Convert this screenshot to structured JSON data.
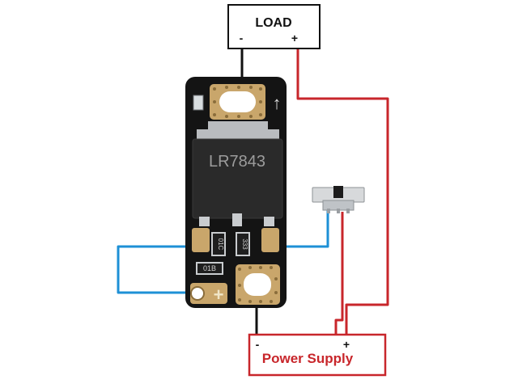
{
  "load": {
    "title": "LOAD",
    "minus": "-",
    "plus": "+"
  },
  "board": {
    "chip_label": "LR7843",
    "resistor_1": "01C",
    "resistor_2": "333",
    "resistor_3": "01B",
    "arrow_mark": "↑",
    "pad_plus": "+"
  },
  "power_supply": {
    "title": "Power Supply",
    "minus": "-",
    "plus": "+"
  },
  "colors": {
    "load_wire": "#111111",
    "positive_wire": "#c8262b",
    "signal_wire": "#1e90d6",
    "supply_text": "#c8262b",
    "board": "#141414",
    "pad_gold": "#c9a66b"
  }
}
